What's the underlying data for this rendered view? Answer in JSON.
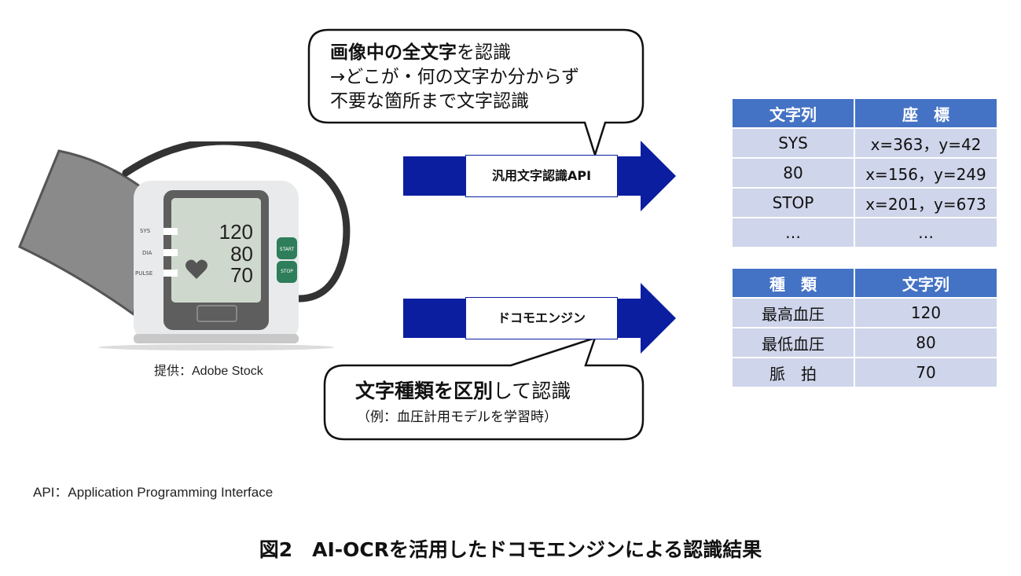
{
  "device": {
    "labels": [
      "SYS",
      "DIA",
      "PULSE"
    ],
    "readings": [
      "120",
      "80",
      "70"
    ],
    "buttons": [
      "START",
      "STOP"
    ]
  },
  "credit": "提供：Adobe Stock",
  "callout_top": {
    "line1_bold": "画像中の全文字",
    "line1_rest": "を認識",
    "line2": "→どこが・何の文字か分からず",
    "line3": "不要な箇所まで文字認識"
  },
  "callout_bottom": {
    "line1_bold": "文字種類を区別",
    "line1_rest": "して認識",
    "line2": "（例：血圧計用モデルを学習時）"
  },
  "arrow_top": {
    "label": "汎用文字認識API"
  },
  "arrow_bottom": {
    "label": "ドコモエンジン"
  },
  "table_top": {
    "headers": [
      "文字列",
      "座　標"
    ],
    "rows": [
      [
        "SYS",
        "x=363，y=42"
      ],
      [
        "80",
        "x=156，y=249"
      ],
      [
        "STOP",
        "x=201，y=673"
      ],
      [
        "…",
        "…"
      ]
    ]
  },
  "table_bottom": {
    "headers": [
      "種　類",
      "文字列"
    ],
    "rows": [
      [
        "最高血圧",
        "120"
      ],
      [
        "最低血圧",
        "80"
      ],
      [
        "脈　拍",
        "70"
      ]
    ]
  },
  "api_note": "API：Application Programming Interface",
  "caption": "図2　AI-OCRを活用したドコモエンジンによる認識結果",
  "colors": {
    "arrow_blue": "#0b1ea0",
    "header_blue": "#4472c4",
    "cell_lavender": "#cfd5ea",
    "button_green": "#2e7d5b"
  }
}
